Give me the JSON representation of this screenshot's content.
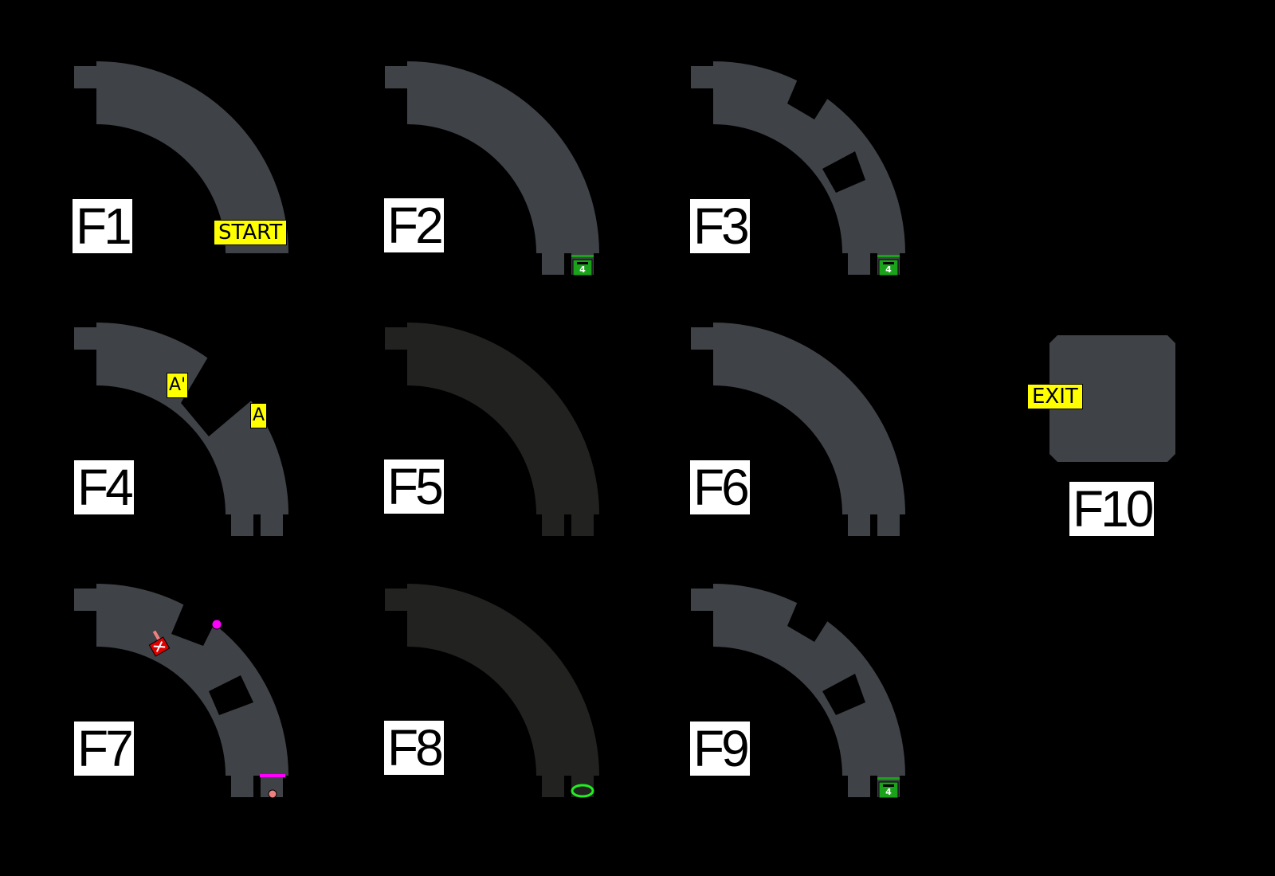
{
  "floors": [
    {
      "label": "F1"
    },
    {
      "label": "F2"
    },
    {
      "label": "F3"
    },
    {
      "label": "F4"
    },
    {
      "label": "F5"
    },
    {
      "label": "F6"
    },
    {
      "label": "F7"
    },
    {
      "label": "F8"
    },
    {
      "label": "F9"
    },
    {
      "label": "F10"
    }
  ],
  "markers": {
    "start": "START",
    "a_prime": "A'",
    "a": "A",
    "exit": "EXIT",
    "stairs_number": "4"
  },
  "colors": {
    "floor": "#3f4247",
    "dark_floor": "#222220",
    "marker": "#ffff00",
    "stairs": "#1aa31a",
    "magenta": "#ff00ff"
  }
}
